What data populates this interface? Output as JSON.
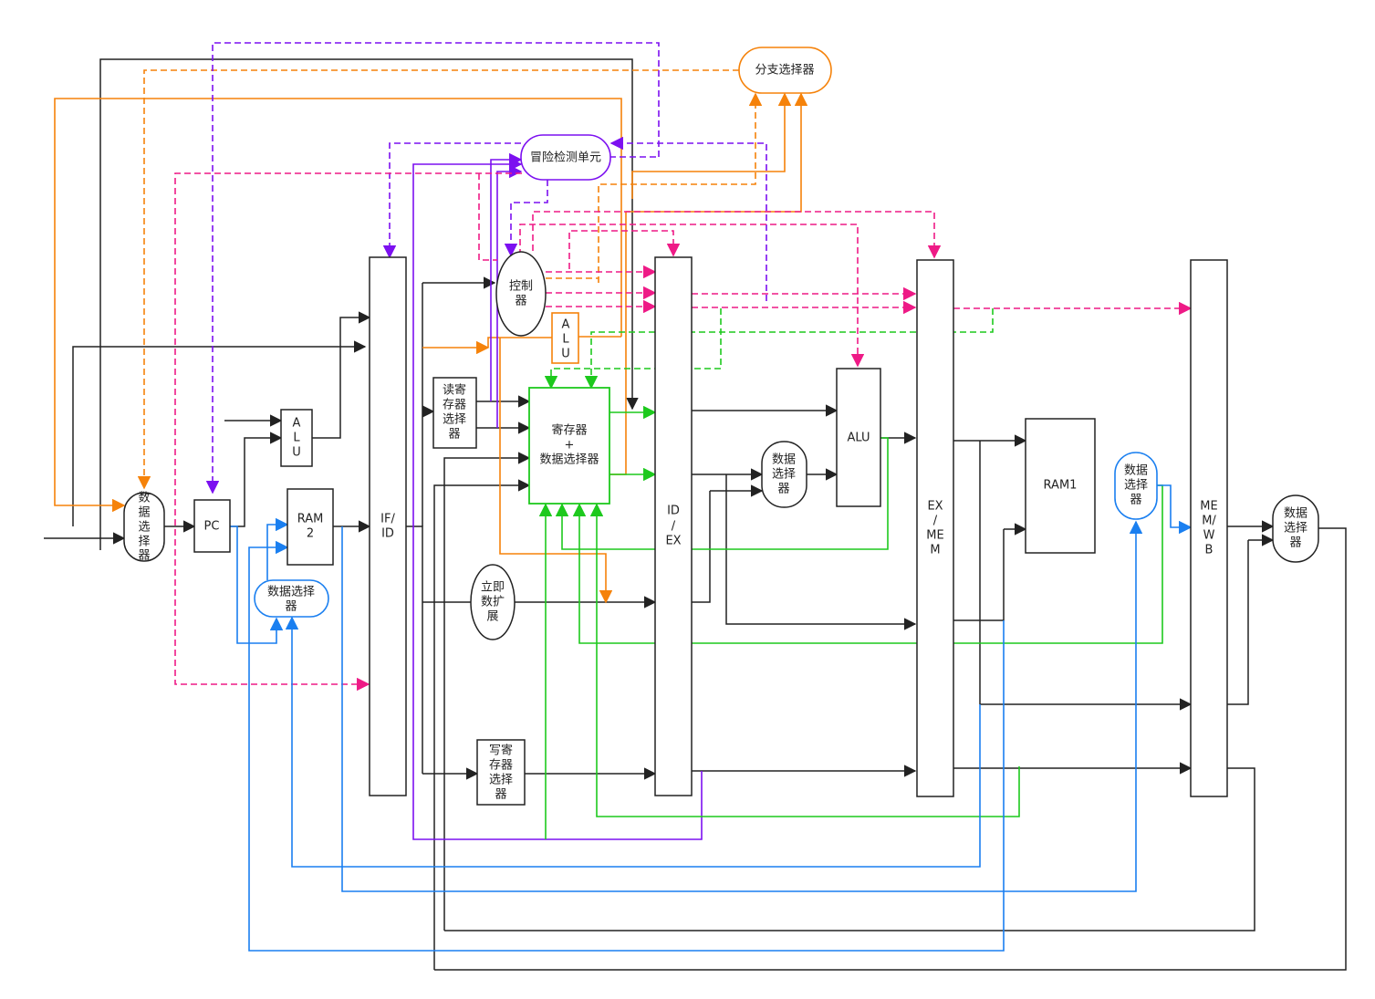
{
  "labels": {
    "mux_pc": [
      "数",
      "据",
      "选",
      "择",
      "器"
    ],
    "pc": "PC",
    "alu_pc": [
      "A",
      "L",
      "U"
    ],
    "ram2": [
      "RAM",
      "2"
    ],
    "mux_ram2": [
      "数据选择",
      "器"
    ],
    "if_id": [
      "IF/",
      "ID"
    ],
    "branch_selector": "分支选择器",
    "hazard_unit": "冒险检测单元",
    "controller": [
      "控制",
      "器"
    ],
    "alu_branch": [
      "A",
      "L",
      "U"
    ],
    "read_reg_selector": [
      "读寄",
      "存器",
      "选择",
      "器"
    ],
    "register_file": [
      "寄存器",
      "+",
      "数据选择器"
    ],
    "imm_extend": [
      "立即",
      "数扩",
      "展"
    ],
    "write_reg_selector": [
      "写寄",
      "存器",
      "选择",
      "器"
    ],
    "id_ex": [
      "ID",
      "/",
      "EX"
    ],
    "mux_alu": [
      "数据",
      "选择",
      "器"
    ],
    "alu": "ALU",
    "ex_mem": [
      "EX",
      "/",
      "ME",
      "M"
    ],
    "ram1": "RAM1",
    "mux_ram1": [
      "数据",
      "选择",
      "器"
    ],
    "mem_wb": [
      "ME",
      "M/",
      "W",
      "B"
    ],
    "mux_wb": [
      "数据",
      "选择",
      "器"
    ]
  },
  "colors": {
    "data_path": "#222222",
    "branch": "#f5820a",
    "hazard": "#7c10f0",
    "control": "#ee1a86",
    "forwarding": "#1dc91d",
    "memory_forwarding": "#1a7ff0"
  }
}
